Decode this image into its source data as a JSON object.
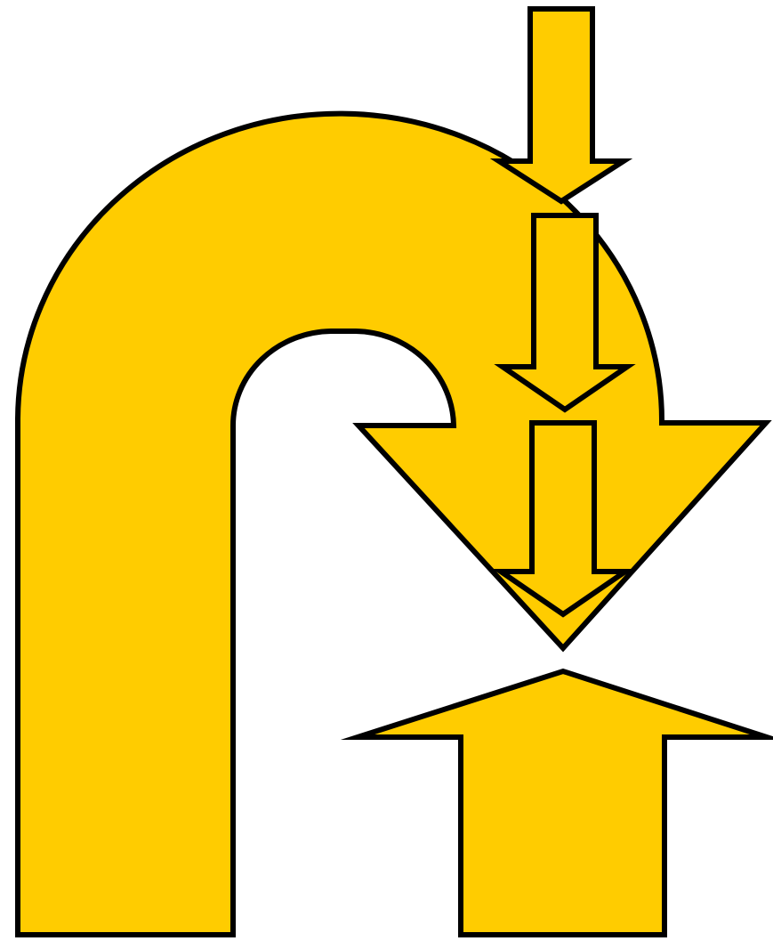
{
  "diagram": {
    "fill_color": "#FFCC00",
    "stroke_color": "#000000",
    "background_color": "#FFFFFF",
    "shapes": [
      {
        "id": "u-turn-arrow",
        "icon": "u-turn-down-arrow-icon",
        "direction": "down"
      },
      {
        "id": "small-arrow-1",
        "icon": "arrow-down-icon",
        "direction": "down"
      },
      {
        "id": "small-arrow-2",
        "icon": "arrow-down-icon",
        "direction": "down"
      },
      {
        "id": "small-arrow-3",
        "icon": "arrow-down-icon",
        "direction": "down"
      },
      {
        "id": "bottom-arrow",
        "icon": "arrow-up-icon",
        "direction": "up"
      }
    ]
  }
}
